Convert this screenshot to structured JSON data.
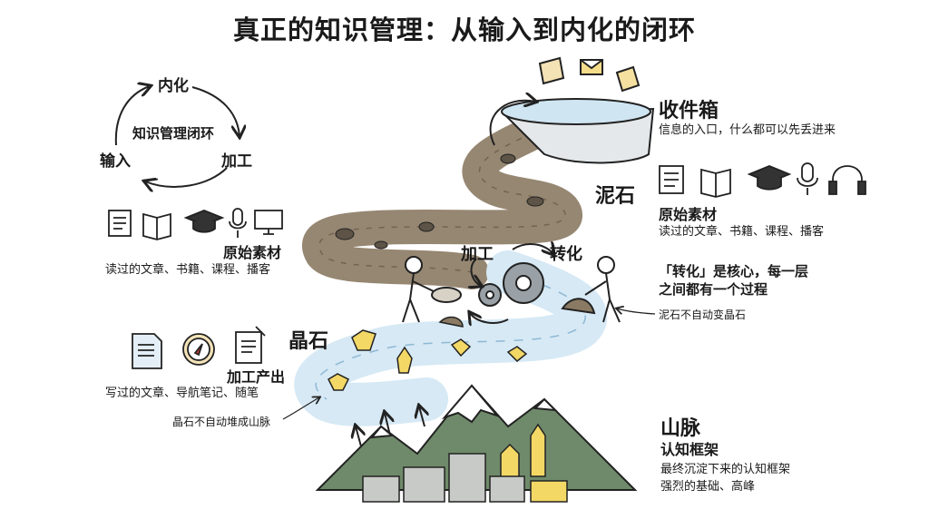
{
  "title": "真正的知识管理：从输入到内化的闭环",
  "cycle": {
    "center": "知识管理闭环",
    "top": "内化",
    "left": "输入",
    "right": "加工"
  },
  "left_materials": {
    "heading": "原始素材",
    "desc": "读过的文章、书籍、课程、播客"
  },
  "left_output": {
    "heading": "加工产出",
    "desc": "写过的文章、导航笔记、随笔"
  },
  "crystal_note": "晶石不自动堆成山脉",
  "middle_labels": {
    "mud": "泥石",
    "process": "加工",
    "transform": "转化",
    "crystal": "晶石"
  },
  "inbox": {
    "heading": "收件箱",
    "desc": "信息的入口，什么都可以先丢进来"
  },
  "right_materials": {
    "heading": "原始素材",
    "desc": "读过的文章、书籍、课程、播客"
  },
  "transform_note": {
    "line1": "「转化」是核心，每一层",
    "line2": "之间都有一个过程"
  },
  "mud_note": "泥石不自动变晶石",
  "mountain": {
    "heading": "山脉",
    "subheading": "认知框架",
    "line1": "最终沉淀下来的认知框架",
    "line2": "强烈的基础、高峰"
  },
  "colors": {
    "mud": "#8b7a63",
    "water": "#d6e9f5",
    "crystal": "#f3d866",
    "mountain": "#6f8a6a",
    "ink": "#222222"
  }
}
